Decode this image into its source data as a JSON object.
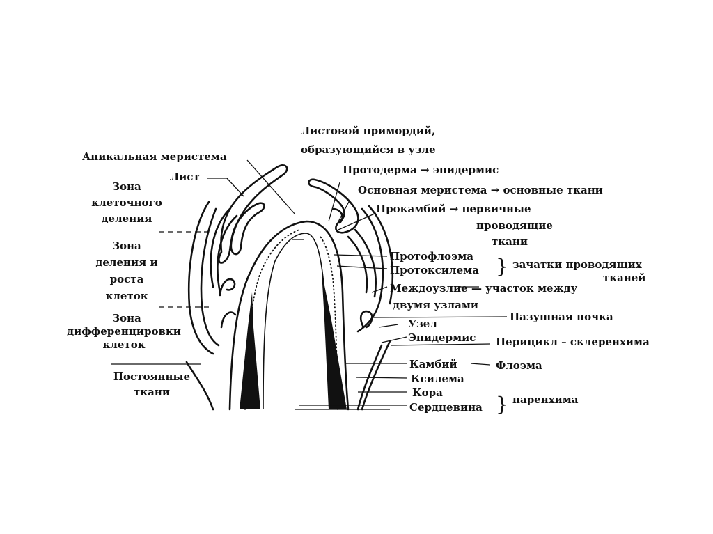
{
  "labels": {
    "primordium": [
      "Листовой примордий,",
      "образующийся в узле"
    ],
    "apical": "Апикальная меристема",
    "leaf": "Лист",
    "protoderm": "Протодерма → эпидермис",
    "ground": "Основная меристема → основные ткани",
    "procambium": [
      "Прокамбий → первичные",
      "проводящие",
      "ткани"
    ],
    "protophloem": "Протофлоэма",
    "protoxylem": "Протоксилема",
    "vascular_rudiments": [
      "зачатки проводящих",
      "тканей"
    ],
    "internode": [
      "Междоузлие — участок между",
      "двумя узлами"
    ],
    "axillary_bud": "Пазушная  почка",
    "node": "Узел",
    "epidermis": "Эпидермис",
    "pericycle": "Перицикл – склеренхима",
    "cambium": "Камбий",
    "phloem": "Флоэма",
    "xylem": "Ксилема",
    "cortex": "Кора",
    "pith": "Сердцевина",
    "parenchyma": "паренхима"
  },
  "zones": {
    "division": [
      "Зона",
      "клеточного",
      "деления"
    ],
    "growth": [
      "Зона",
      "деления и",
      "роста",
      "клеток"
    ],
    "differentiation": [
      "Зона",
      "дифференцировки",
      "клеток"
    ],
    "permanent": [
      "Постоянные",
      "ткани"
    ]
  }
}
